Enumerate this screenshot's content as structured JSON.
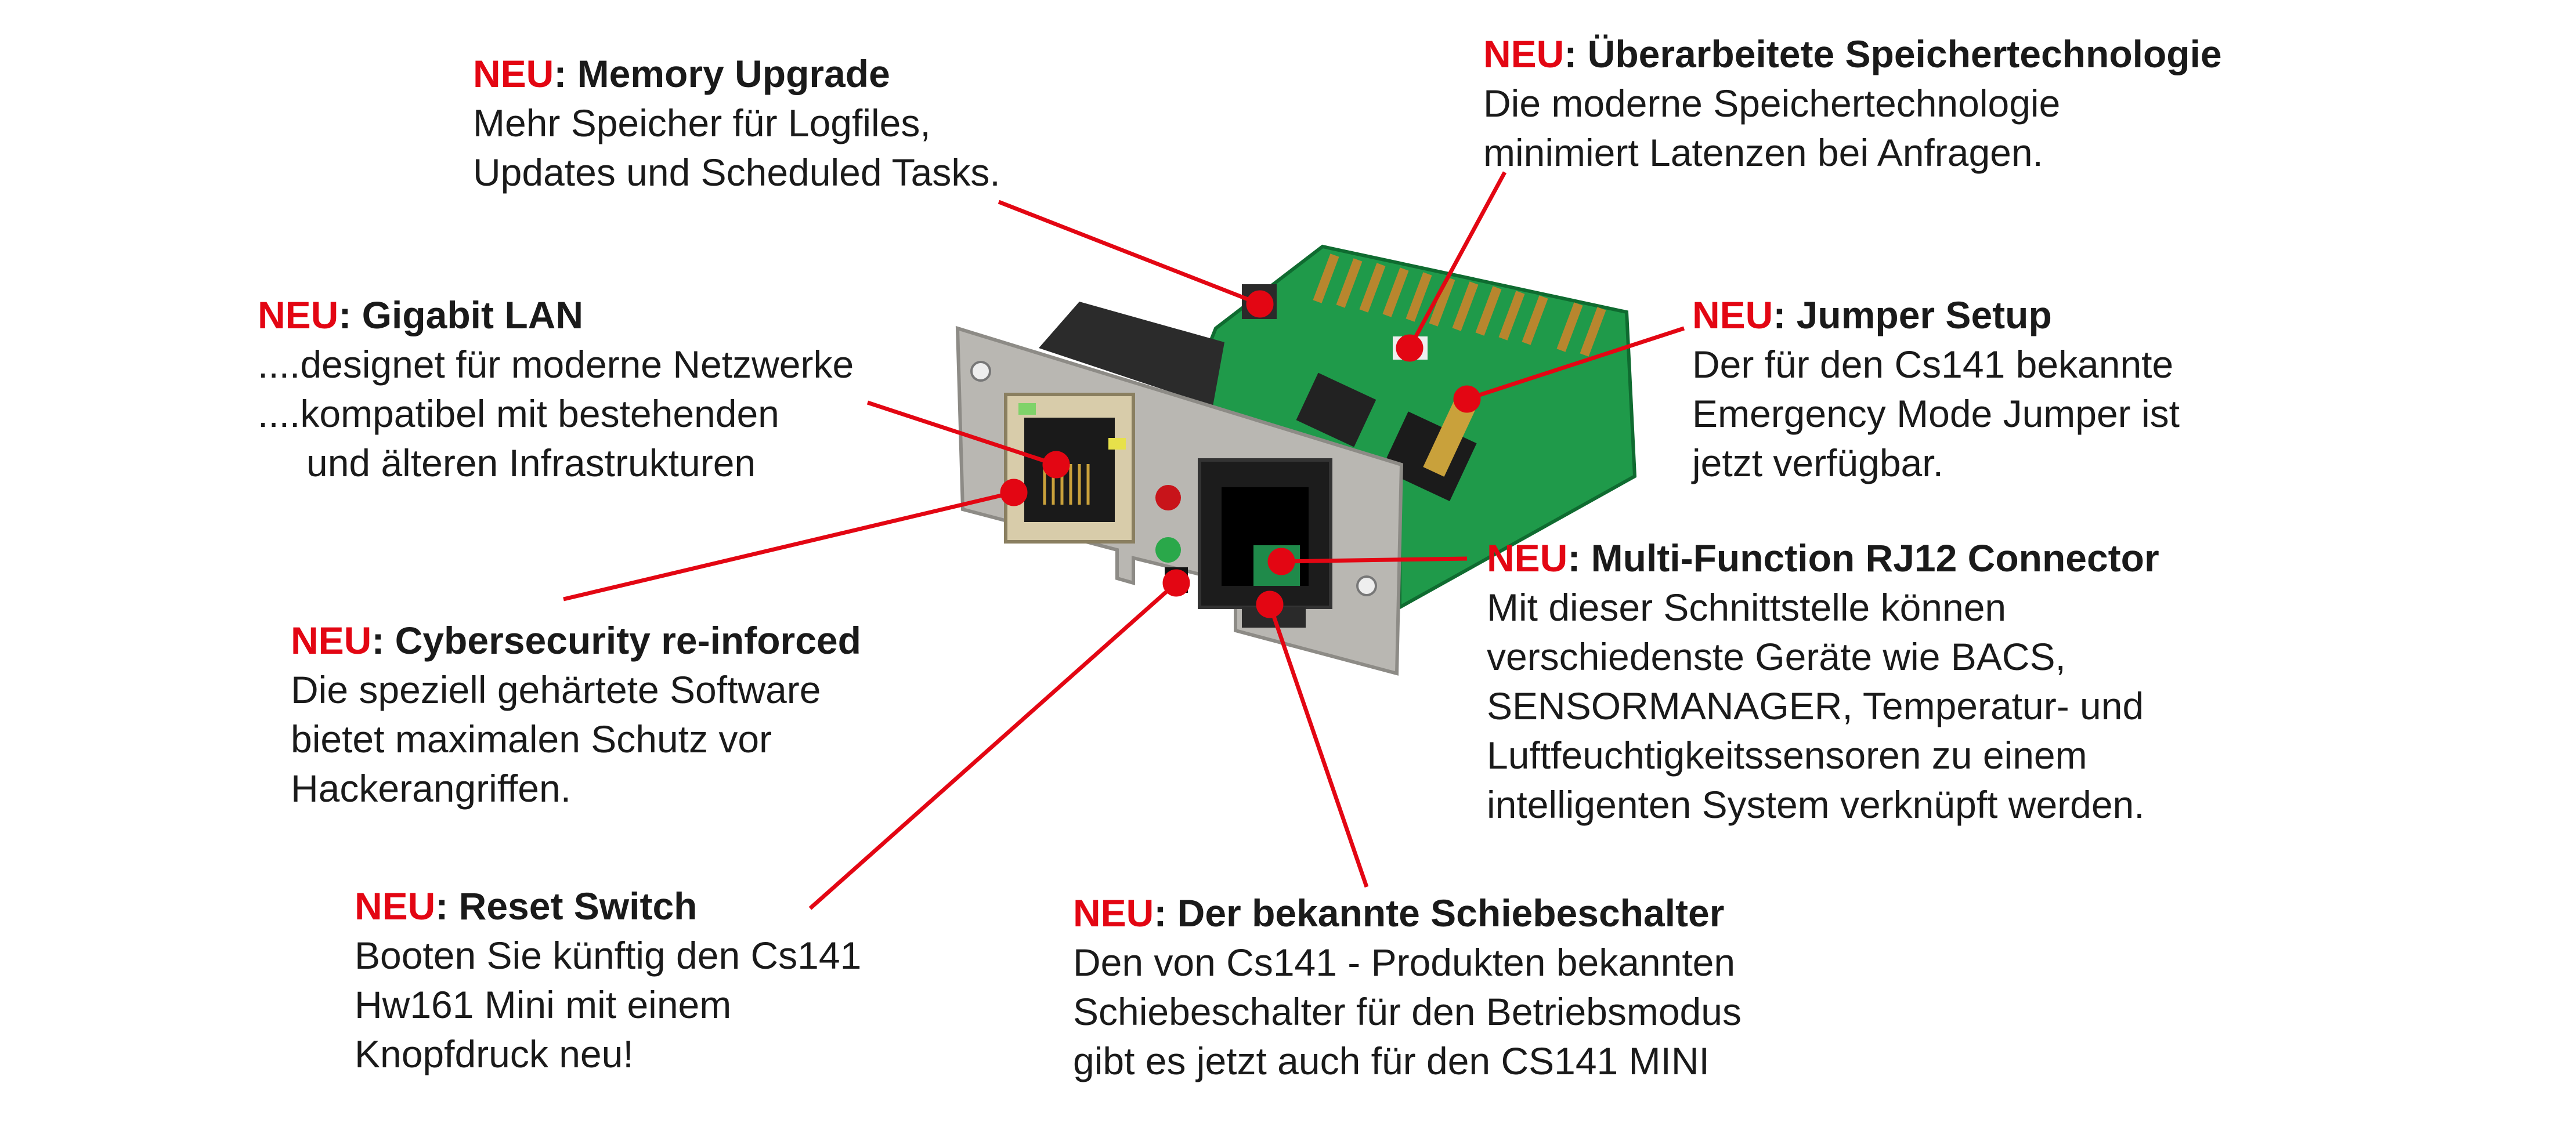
{
  "accent_color": "#e30613",
  "neu_label": "NEU",
  "callouts": {
    "memory": {
      "title": ": Memory Upgrade",
      "lines": [
        "Mehr Speicher für Logfiles,",
        "Updates und Scheduled Tasks."
      ]
    },
    "storage": {
      "title": ": Überarbeitete Speichertechnologie",
      "lines": [
        "Die moderne Speichertechnologie",
        "minimiert Latenzen bei Anfragen."
      ]
    },
    "gigabit": {
      "title": ": Gigabit LAN",
      "lines": [
        "....designet für moderne Netzwerke",
        "....kompatibel mit bestehenden",
        "und älteren Infrastrukturen"
      ]
    },
    "jumper": {
      "title": ": Jumper Setup",
      "lines": [
        "Der für den Cs141 bekannte",
        "Emergency Mode Jumper ist",
        "jetzt verfügbar."
      ]
    },
    "rj12": {
      "title": ": Multi-Function RJ12 Connector",
      "lines": [
        "Mit dieser Schnittstelle können",
        "verschiedenste Geräte wie BACS,",
        "SENSORMANAGER, Temperatur- und",
        "Luftfeuchtigkeitssensoren zu einem",
        "intelligenten System verknüpft werden."
      ]
    },
    "cyber": {
      "title": ": Cybersecurity re-inforced",
      "lines": [
        "Die speziell gehärtete Software",
        "bietet maximalen Schutz vor",
        "Hackerangriffen."
      ]
    },
    "reset": {
      "title": ": Reset Switch",
      "lines": [
        "Booten Sie künftig den Cs141",
        "Hw161 Mini mit einem",
        "Knopfdruck neu!"
      ]
    },
    "slider": {
      "title": ": Der bekannte Schiebeschalter",
      "lines": [
        "Den von Cs141 - Produkten bekannten",
        "Schiebeschalter für den Betriebsmodus",
        "gibt es jetzt auch für den CS141 MINI"
      ]
    }
  }
}
